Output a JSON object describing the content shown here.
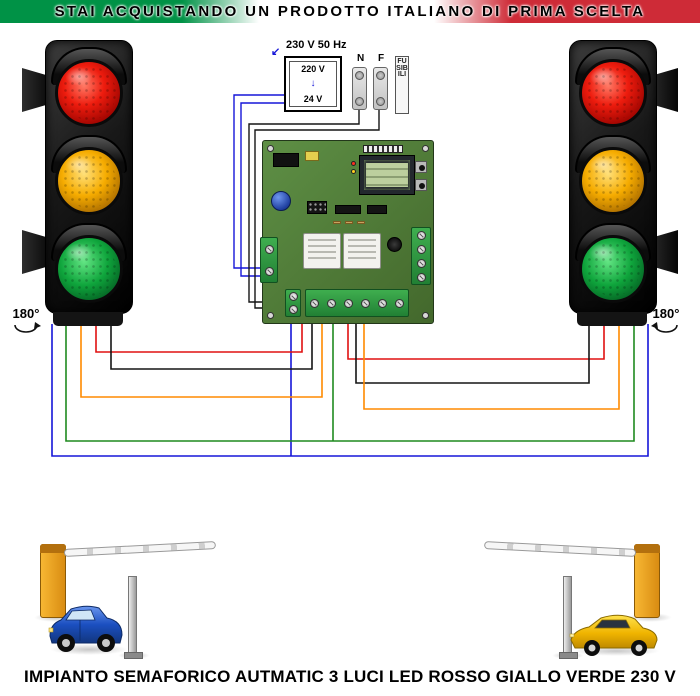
{
  "banner": {
    "text": "STAI ACQUISTANDO UN PRODOTTO ITALIANO DI PRIMA SCELTA"
  },
  "power": {
    "mains_label": "230 V 50 Hz",
    "transformer_primary": "220 V",
    "transformer_secondary": "24 V",
    "neutral_label": "N",
    "phase_label": "F",
    "fuse_strip_label": "FUSIBILI"
  },
  "icons": {
    "mains_arrow": "↙",
    "step_down_arrow": "↓"
  },
  "traffic_light": {
    "rotation_left": "180°",
    "rotation_right": "180°",
    "lamp_colors": {
      "red": "#ee1c0e",
      "yellow": "#f6ac00",
      "green": "#0fa53c"
    }
  },
  "wire_colors": {
    "blue": "#1616d8",
    "green": "#1f8a1f",
    "orange": "#ff8a00",
    "red": "#e01111",
    "black": "#151515"
  },
  "footer": {
    "title": "IMPIANTO SEMAFORICO AUTMATIC 3 LUCI LED ROSSO GIALLO VERDE 230 V"
  }
}
